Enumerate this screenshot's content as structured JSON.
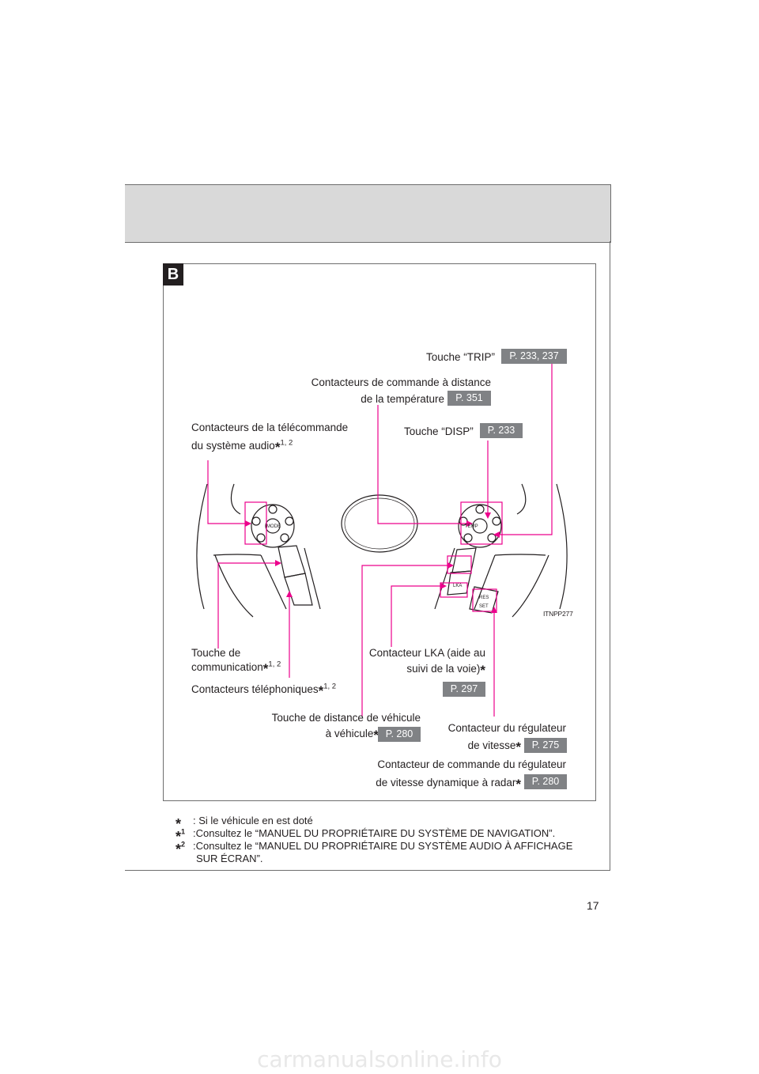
{
  "section_letter": "B",
  "diagram_code": "ITNPP277",
  "callouts": {
    "trip": {
      "label": "Touche “TRIP”",
      "page": "P. 233, 237"
    },
    "temp_line1": "Contacteurs de commande à distance",
    "temp_line2": "de la température",
    "temp_page": "P. 351",
    "disp": {
      "label": "Touche “DISP”",
      "page": "P. 233"
    },
    "audio_line1": "Contacteurs de la télécommande",
    "audio_line2": "du système audio",
    "audio_sup": "1, 2",
    "comm_line1": "Touche de",
    "comm_line2": "communication",
    "comm_sup": "1, 2",
    "phone_label": "Contacteurs téléphoniques",
    "phone_sup": "1, 2",
    "lka_line1": "Contacteur LKA (aide au",
    "lka_line2": "suivi de la voie)",
    "lka_page": "P. 297",
    "dist_line1": "Touche de distance de véhicule",
    "dist_line2": "à véhicule",
    "dist_page": "P. 280",
    "cruise_line1": "Contacteur du régulateur",
    "cruise_line2": "de vitesse",
    "cruise_page": "P. 275",
    "radar_line1": "Contacteur de commande du régulateur",
    "radar_line2": "de vitesse dynamique à radar",
    "radar_page": "P. 280"
  },
  "wheel_text": {
    "mode": "MODE",
    "temp": "TEMP",
    "lka": "LKA",
    "res": "RES",
    "set": "SET"
  },
  "notes": {
    "n0_text": ": Si le véhicule en est doté",
    "n1_sup": "1",
    "n1_text": ":Consultez le “MANUEL DU PROPRIÉTAIRE DU SYSTÈME DE NAVIGATION”.",
    "n2_sup": "2",
    "n2_text": ":Consultez le “MANUEL DU PROPRIÉTAIRE DU SYSTÈME AUDIO À AFFICHAGE",
    "n2_text_cont": "SUR ÉCRAN”."
  },
  "page_number": "17",
  "watermark": "carmanualsonline.info",
  "asterisk": "*",
  "colors": {
    "leader": "#ec008c",
    "pref_bg": "#808285",
    "header_band": "#d9d9d9"
  }
}
